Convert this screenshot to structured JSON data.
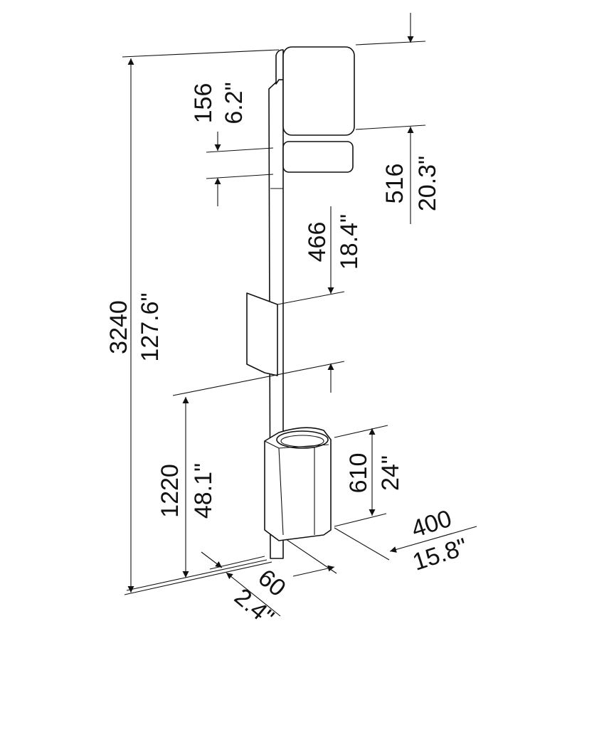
{
  "title": "Dimensioned drawing of pole-mounted sign and waste bin unit",
  "dimensions": {
    "total_height": {
      "mm": "3240",
      "in": "127.6\""
    },
    "small_sign_height": {
      "mm": "156",
      "in": "6.2\""
    },
    "top_sign_height": {
      "mm": "516",
      "in": "20.3\""
    },
    "holder_height": {
      "mm": "466",
      "in": "18.4\""
    },
    "bin_mount_height": {
      "mm": "1220",
      "in": "48.1\""
    },
    "bin_height": {
      "mm": "610",
      "in": "24\""
    },
    "bin_depth": {
      "mm": "400",
      "in": "15.8\""
    },
    "pole_width": {
      "mm": "60",
      "in": "2.4\""
    }
  }
}
